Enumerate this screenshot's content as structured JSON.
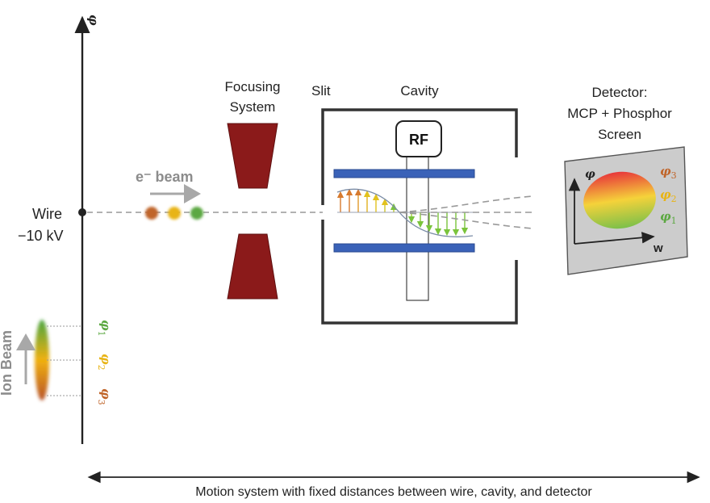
{
  "axis": {
    "symbol": "φ"
  },
  "wire": {
    "label": "Wire",
    "voltage": "−10 kV"
  },
  "ebeam": {
    "label": "e⁻ beam"
  },
  "focusing": {
    "line1": "Focusing",
    "line2": "System"
  },
  "slit": {
    "label": "Slit"
  },
  "cavity": {
    "label": "Cavity",
    "rf": "RF"
  },
  "detector": {
    "line1": "Detector:",
    "line2": "MCP + Phosphor",
    "line3": "Screen",
    "axis_y": "φ",
    "axis_x": "w",
    "phases": [
      {
        "base": "φ",
        "sub": "3",
        "color": "#c0652a"
      },
      {
        "base": "φ",
        "sub": "2",
        "color": "#e8b416"
      },
      {
        "base": "φ",
        "sub": "1",
        "color": "#5ca842"
      }
    ]
  },
  "ion_beam": {
    "label": "Ion Beam",
    "phases": [
      {
        "base": "φ",
        "sub": "1",
        "color": "#5ca842"
      },
      {
        "base": "φ",
        "sub": "2",
        "color": "#e8b416"
      },
      {
        "base": "φ",
        "sub": "3",
        "color": "#c0652a"
      }
    ]
  },
  "bunch_colors": [
    "#c0652a",
    "#e8b416",
    "#5ca842"
  ],
  "footer": {
    "label": "Motion system with fixed distances between wire, cavity, and detector"
  }
}
